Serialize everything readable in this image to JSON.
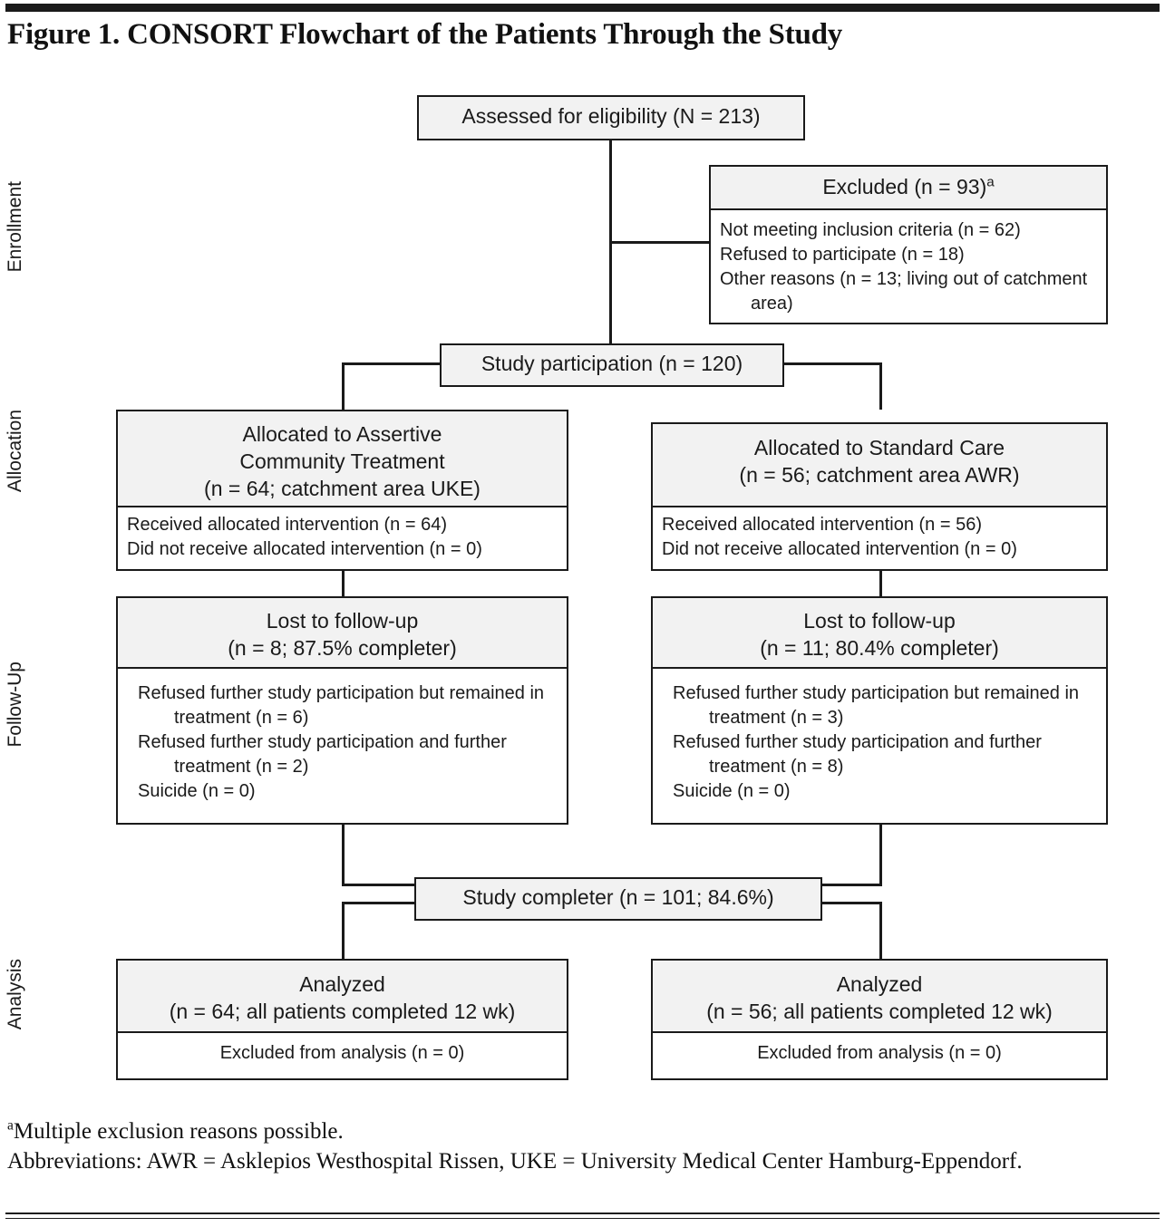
{
  "figure": {
    "title": "Figure 1. CONSORT Flowchart of the Patients Through the Study"
  },
  "stages": [
    {
      "label": "Enrollment"
    },
    {
      "label": "Allocation"
    },
    {
      "label": "Follow-Up"
    },
    {
      "label": "Analysis"
    }
  ],
  "chart_data": {
    "type": "diagram",
    "title": "CONSORT Flowchart of the Patients Through the Study",
    "nodes": {
      "assessed": {
        "header": "Assessed for eligibility (N = 213)",
        "n": 213
      },
      "excluded": {
        "header": "Excluded (n = 93)",
        "header_superscript": "a",
        "n": 93,
        "reasons": [
          "Not meeting inclusion criteria (n = 62)",
          "Refused to participate (n = 18)",
          "Other reasons (n = 13; living out of catchment area)"
        ]
      },
      "participation": {
        "header": "Study participation (n = 120)",
        "n": 120
      },
      "alloc_act": {
        "header_line1": "Allocated to Assertive",
        "header_line2": "Community Treatment",
        "header_line3": "(n = 64; catchment area UKE)",
        "n": 64,
        "body": [
          "Received allocated intervention (n = 64)",
          "Did not receive allocated intervention (n = 0)"
        ]
      },
      "alloc_sc": {
        "header_line1": "Allocated to Standard Care",
        "header_line2": "(n = 56; catchment area AWR)",
        "n": 56,
        "body": [
          "Received allocated intervention (n = 56)",
          "Did not receive allocated intervention (n = 0)"
        ]
      },
      "lost_act": {
        "header_line1": "Lost to follow-up",
        "header_line2": "(n = 8; 87.5% completer)",
        "n": 8,
        "completer_pct": 87.5,
        "body": [
          "Refused further study participation but remained in treatment (n = 6)",
          "Refused further study participation and further treatment (n = 2)",
          "Suicide (n = 0)"
        ]
      },
      "lost_sc": {
        "header_line1": "Lost to follow-up",
        "header_line2": "(n = 11; 80.4% completer)",
        "n": 11,
        "completer_pct": 80.4,
        "body": [
          "Refused further study participation but remained in treatment (n = 3)",
          "Refused further study participation and further treatment (n = 8)",
          "Suicide (n = 0)"
        ]
      },
      "completer": {
        "header": "Study completer (n = 101; 84.6%)",
        "n": 101,
        "pct": 84.6
      },
      "analyzed_act": {
        "header_line1": "Analyzed",
        "header_line2": "(n = 64; all patients completed 12 wk)",
        "n": 64,
        "body": "Excluded from analysis (n = 0)"
      },
      "analyzed_sc": {
        "header_line1": "Analyzed",
        "header_line2": "(n = 56; all patients completed 12 wk)",
        "n": 56,
        "body": "Excluded from analysis (n = 0)"
      }
    }
  },
  "boxes": {
    "assessed": {
      "header": "Assessed for eligibility (N = 213)"
    },
    "excluded": {
      "header": "Excluded (n = 93)",
      "header_sup": "a",
      "line1": "Not meeting inclusion criteria (n = 62)",
      "line2": "Refused to participate (n = 18)",
      "line3": "Other reasons (n = 13; living out of catchment area)"
    },
    "participation": {
      "header": "Study participation (n = 120)"
    },
    "alloc_act": {
      "h1": "Allocated to Assertive",
      "h2": "Community Treatment",
      "h3": "(n = 64; catchment area UKE)",
      "b1": "Received allocated intervention (n = 64)",
      "b2": "Did not receive allocated intervention (n = 0)"
    },
    "alloc_sc": {
      "h1": "Allocated to Standard Care",
      "h2": "(n = 56; catchment area AWR)",
      "b1": "Received allocated intervention (n = 56)",
      "b2": "Did not receive allocated intervention (n = 0)"
    },
    "lost_act": {
      "h1": "Lost to follow-up",
      "h2": "(n = 8; 87.5% completer)",
      "b1": "Refused further study participation but remained in treatment (n = 6)",
      "b2": "Refused further study participation and further treatment (n = 2)",
      "b3": "Suicide (n = 0)"
    },
    "lost_sc": {
      "h1": "Lost to follow-up",
      "h2": "(n = 11; 80.4% completer)",
      "b1": "Refused further study participation but remained in treatment (n = 3)",
      "b2": "Refused further study participation and further treatment (n = 8)",
      "b3": "Suicide (n = 0)"
    },
    "completer": {
      "header": "Study completer (n = 101; 84.6%)"
    },
    "analyzed_act": {
      "h1": "Analyzed",
      "h2": "(n = 64; all patients completed 12 wk)",
      "b1": "Excluded from analysis (n = 0)"
    },
    "analyzed_sc": {
      "h1": "Analyzed",
      "h2": "(n = 56; all patients completed 12 wk)",
      "b1": "Excluded from analysis (n = 0)"
    }
  },
  "footnotes": {
    "sup": "a",
    "note1": "Multiple exclusion reasons possible.",
    "note2": "Abbreviations: AWR = Asklepios Westhospital Rissen, UKE = University Medical Center Hamburg-Eppendorf."
  }
}
